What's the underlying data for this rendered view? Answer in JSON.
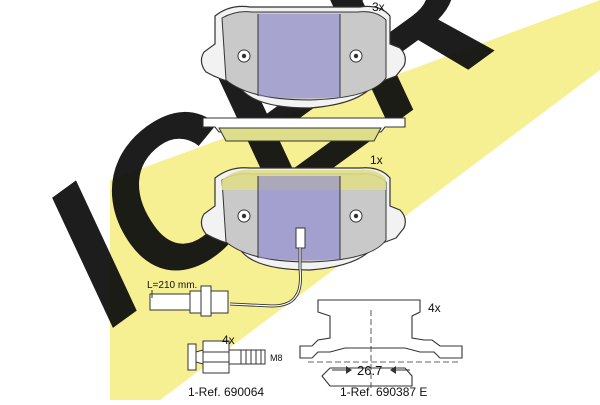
{
  "brand": {
    "logo_text": "ICER",
    "colors": {
      "logo_yellow": "#f5ef8c",
      "logo_blue": "#6f6fd8",
      "pad_friction": "#c9c9c9",
      "pad_highlight": "#dedd8a",
      "pad_blue": "#8a86d6",
      "line": "#333333"
    }
  },
  "labels": {
    "qty_top_pad": "3x",
    "qty_sensor_pad": "1x",
    "qty_bolts": "4x",
    "qty_springs": "4x",
    "sensor_length": "L=210 mm.",
    "bolt_thread": "M8",
    "spring_dimension": "26.7",
    "ref_bolts": "1-Ref. 690064",
    "ref_springs": "1-Ref. 690387 E"
  }
}
